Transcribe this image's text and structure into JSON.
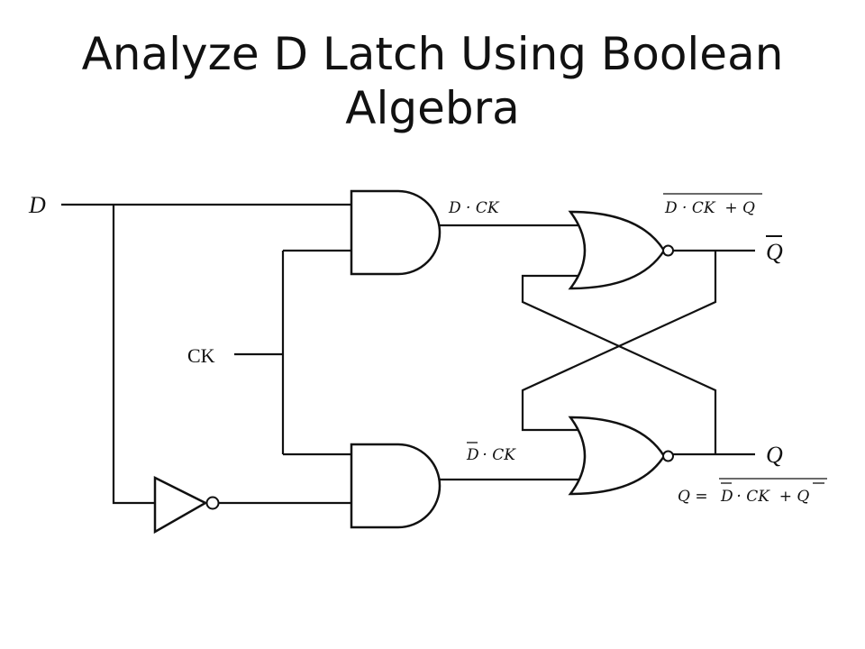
{
  "title": "Analyze D Latch Using Boolean Algebra",
  "diagram": {
    "inputs": {
      "d": "D",
      "ck": "CK"
    },
    "outputs": {
      "q_bar": "Q",
      "q": "Q"
    },
    "expressions": {
      "and_top": "D · CK",
      "and_bottom_main": "D",
      "and_bottom_rest": " · CK",
      "nor_top": "D · CK  + Q",
      "q_eq_prefix": "Q =",
      "q_eq_d": "D",
      "q_eq_rest": " · CK  + Q"
    }
  }
}
